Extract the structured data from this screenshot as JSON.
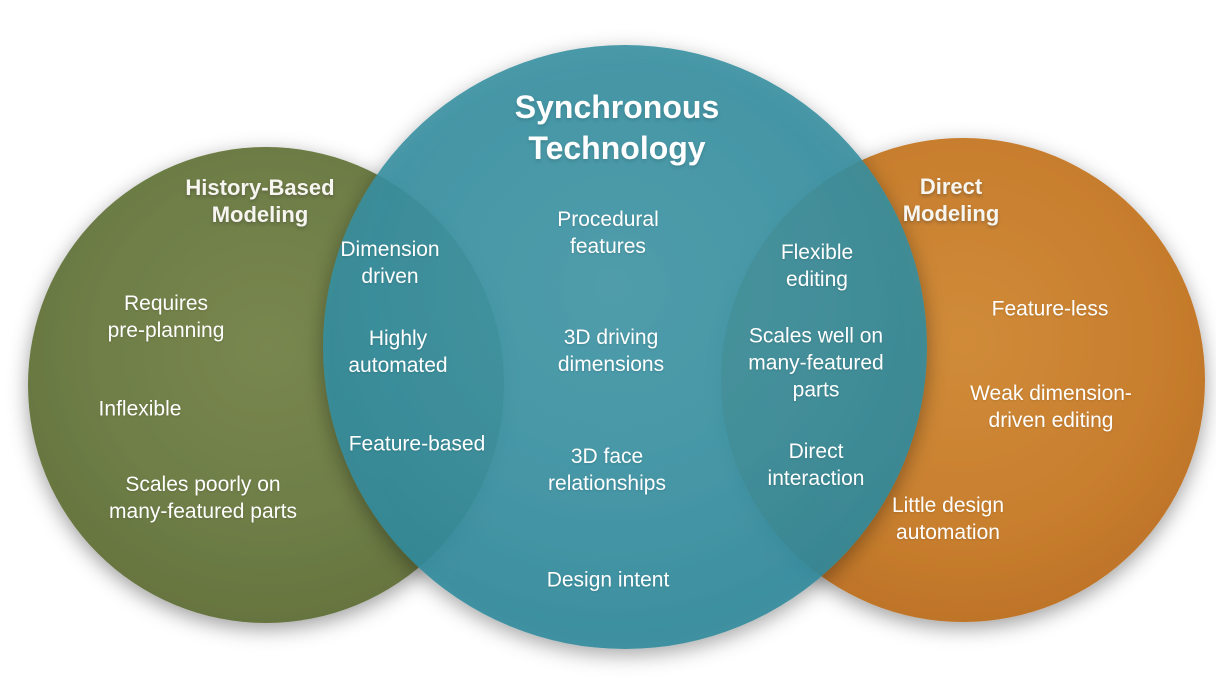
{
  "venn": {
    "history": {
      "title": "History-Based\nModeling",
      "items": [
        "Requires\npre-planning",
        "Inflexible",
        "Scales poorly on\nmany-featured parts"
      ]
    },
    "synchronous": {
      "title": "Synchronous\nTechnology",
      "items": [
        "Procedural\nfeatures",
        "3D driving\ndimensions",
        "3D face\nrelationships",
        "Design intent"
      ]
    },
    "direct": {
      "title": "Direct\nModeling",
      "items": [
        "Feature-less",
        "Weak dimension-\ndriven editing",
        "Little design\nautomation"
      ]
    },
    "history_synchronous_overlap": {
      "items": [
        "Dimension\ndriven",
        "Highly\nautomated",
        "Feature-based"
      ]
    },
    "synchronous_direct_overlap": {
      "items": [
        "Flexible\nediting",
        "Scales well on\nmany-featured\nparts",
        "Direct\ninteraction"
      ]
    }
  },
  "colors": {
    "history_circle": "#6b7a48",
    "synchronous_circle": "#4a9aab",
    "direct_circle": "#c8802f",
    "overlap_tint": "#3f8f9c",
    "text": "#ffffff",
    "background": "#ffffff"
  }
}
